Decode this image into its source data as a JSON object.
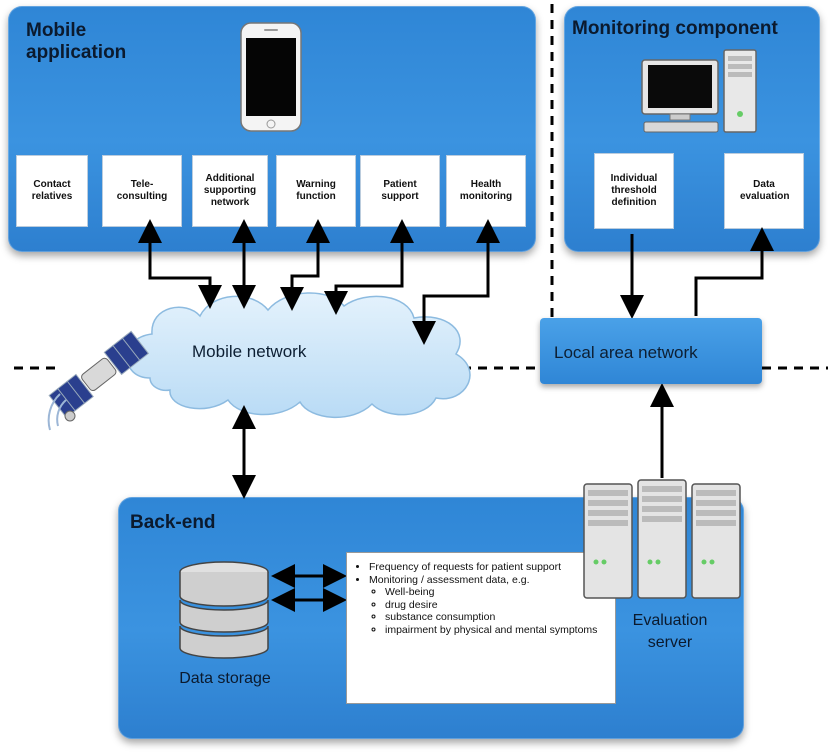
{
  "mobile_app": {
    "title": "Mobile application",
    "functions": [
      {
        "label": "Contact relatives"
      },
      {
        "label": "Tele-consulting"
      },
      {
        "label": "Additional supporting network"
      },
      {
        "label": "Warning function"
      },
      {
        "label": "Patient support"
      },
      {
        "label": "Health monitoring"
      }
    ]
  },
  "monitoring": {
    "title": "Monitoring component",
    "functions": [
      {
        "label": "Individual threshold definition"
      },
      {
        "label": "Data evaluation"
      }
    ]
  },
  "network": {
    "mobile_label": "Mobile network",
    "lan_label": "Local area network"
  },
  "backend": {
    "title": "Back-end",
    "storage_label": "Data storage",
    "server_label_line1": "Evaluation",
    "server_label_line2": "server",
    "info": {
      "item1": "Frequency of requests for patient support",
      "item2": "Monitoring / assessment data, e.g.",
      "subitems": [
        "Well-being",
        "drug desire",
        "substance consumption",
        "impairment by physical and mental symptoms"
      ]
    }
  },
  "colors": {
    "panel": "#3b93e0",
    "cloud": "#cfe6f8"
  }
}
